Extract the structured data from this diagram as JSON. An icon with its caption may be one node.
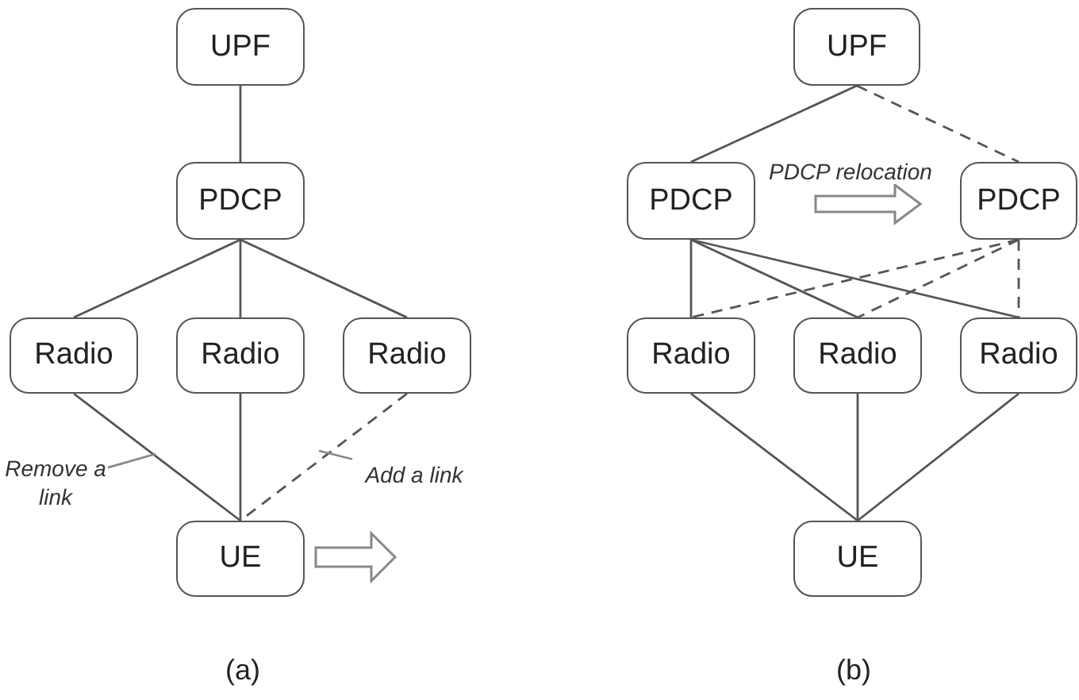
{
  "diagram": {
    "nodes": [
      {
        "text": [
          "UPF"
        ]
      },
      {
        "text": [
          "PDCP"
        ]
      },
      {
        "text": [
          "Radio"
        ]
      },
      {
        "text": [
          "Radio"
        ]
      },
      {
        "text": [
          "Radio"
        ]
      },
      {
        "text": [
          "UE"
        ]
      },
      {
        "text": [
          "Remove a link"
        ]
      },
      {
        "text": [
          "Add a link"
        ]
      },
      {
        "text": [
          "UPF"
        ]
      },
      {
        "text": [
          "PDCP"
        ]
      },
      {
        "text": [
          "PDCP"
        ]
      },
      {
        "text": [
          "Radio"
        ]
      },
      {
        "text": [
          "Radio"
        ]
      },
      {
        "text": [
          "Radio"
        ]
      },
      {
        "text": [
          "UE"
        ]
      }
    ],
    "edges": [
      {
        "from": 0,
        "to": 1,
        "arrow": "none"
      },
      {
        "from": 1,
        "to": 2,
        "arrow": "none"
      },
      {
        "from": 1,
        "to": 3,
        "arrow": "none"
      },
      {
        "from": 1,
        "to": 4,
        "arrow": "none"
      },
      {
        "from": 2,
        "to": 5,
        "arrow": "none"
      },
      {
        "from": 3,
        "to": 5,
        "arrow": "none"
      },
      {
        "from": 4,
        "to": 5,
        "arrow": "none",
        "style": "dashed"
      },
      {
        "from": 6,
        "to": null,
        "arrow": "none",
        "color": "#888888"
      },
      {
        "from": 7,
        "to": null,
        "arrow": "none",
        "color": "#888888"
      },
      {
        "from": 8,
        "to": 9,
        "arrow": "none"
      },
      {
        "from": 8,
        "to": 10,
        "arrow": "none",
        "style": "dashed"
      },
      {
        "from": 9,
        "to": 11,
        "arrow": "none"
      },
      {
        "from": 9,
        "to": 12,
        "arrow": "none"
      },
      {
        "from": 9,
        "to": 13,
        "arrow": "none"
      },
      {
        "from": 10,
        "to": 11,
        "arrow": "none",
        "style": "dashed"
      },
      {
        "from": 10,
        "to": 12,
        "arrow": "none",
        "style": "dashed"
      },
      {
        "from": 10,
        "to": 13,
        "arrow": "none",
        "style": "dashed"
      },
      {
        "from": 11,
        "to": 14,
        "arrow": "none"
      },
      {
        "from": 12,
        "to": 14,
        "arrow": "none"
      },
      {
        "from": 13,
        "to": 14,
        "arrow": "none"
      },
      {
        "from": 9,
        "to": 10,
        "arrow": "to",
        "label": "PDCP relocation",
        "style": "thick",
        "color": "#888888"
      }
    ],
    "labels": [
      "(a)",
      "(b)"
    ]
  }
}
